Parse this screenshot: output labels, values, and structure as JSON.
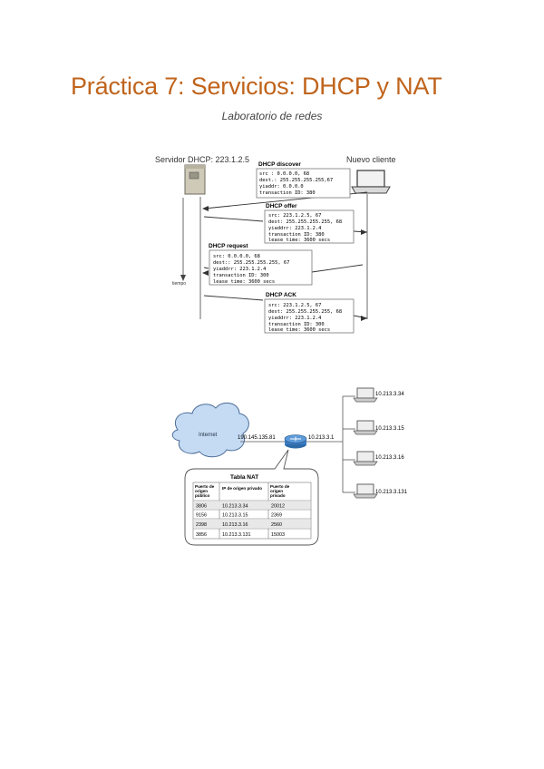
{
  "document": {
    "title": "Práctica 7: Servicios: DHCP y NAT",
    "subtitle": "Laboratorio de redes"
  },
  "dhcp_figure": {
    "server_label": "Servidor DHCP: 223.1.2.5",
    "client_label": "Nuevo cliente",
    "time_label": "tiempo",
    "messages": [
      {
        "title": "DHCP discover",
        "lines": [
          "src : 0.0.0.0, 68",
          "dest.: 255.255.255.255,67",
          "yiaddr:    0.0.0.0",
          "transaction ID: 380"
        ]
      },
      {
        "title": "DHCP offer",
        "lines": [
          "src: 223.1.2.5, 67",
          "dest:  255.255.255.255, 68",
          "yiaddrr: 223.1.2.4",
          "transaction ID: 380",
          "lease time: 3600 secs"
        ]
      },
      {
        "title": "DHCP request",
        "lines": [
          "src:  0.0.0.0, 68",
          "dest:: 255.255.255.255, 67",
          "yiaddrr: 223.1.2.4",
          "transaction ID: 300",
          "lease time: 3600 secs"
        ]
      },
      {
        "title": "DHCP ACK",
        "lines": [
          "src: 223.1.2.5, 67",
          "dest:  255.255.255.255, 68",
          "yiaddrr: 223.1.2.4",
          "transaction ID: 300",
          "lease time: 3600 secs"
        ]
      }
    ]
  },
  "nat_figure": {
    "cloud_label": "Internet",
    "public_ip": "190.145.135.81",
    "private_ip": "10.213.3.1",
    "hosts": [
      "10.213.3.34",
      "10.213.3.15",
      "10.213.3.16",
      "10.213.3.131"
    ],
    "table_title": "Tabla NAT",
    "columns": [
      "Puerto de origen público",
      "IP de origen privado",
      "Puerto de origen privado"
    ],
    "rows": [
      [
        "3806",
        "10.213.3.34",
        "20012"
      ],
      [
        "9156",
        "10.213.3.15",
        "2369"
      ],
      [
        "2398",
        "10.213.3.16",
        "2560"
      ],
      [
        "3856",
        "10.213.3.131",
        "15003"
      ]
    ]
  }
}
